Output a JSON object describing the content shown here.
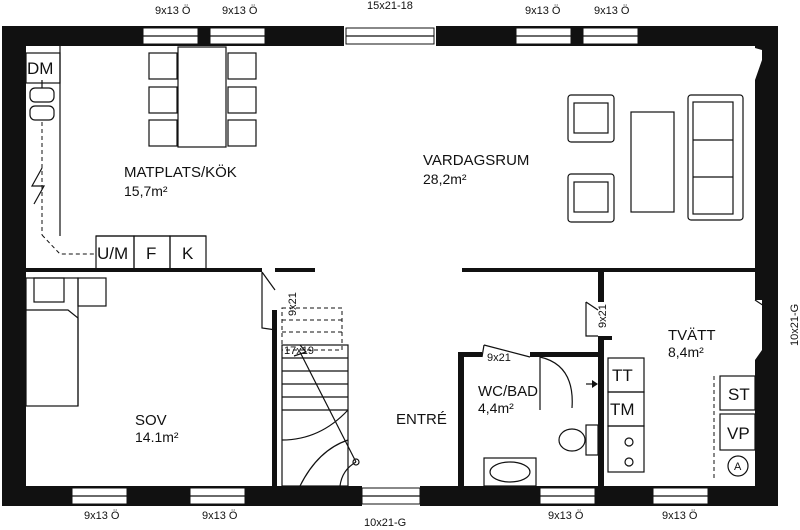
{
  "rooms": {
    "kitchen": {
      "name": "MATPLATS/KÖK",
      "area": "15,7m²"
    },
    "living": {
      "name": "VARDAGSRUM",
      "area": "28,2m²"
    },
    "bedroom": {
      "name": "SOV",
      "area": "14.1m²"
    },
    "entry": {
      "name": "ENTRÉ"
    },
    "bath": {
      "name": "WC/BAD",
      "area": "4,4m²"
    },
    "laundry": {
      "name": "TVÄTT",
      "area": "8,4m²"
    }
  },
  "fixtures": {
    "dm": "DM",
    "um": "U/M",
    "f": "F",
    "k": "K",
    "tt": "TT",
    "tm": "TM",
    "st": "ST",
    "vp": "VP",
    "a": "A"
  },
  "dimensions": {
    "window_small": "9x13 Ö",
    "window_top_center": "15x21-18",
    "door_bottom_center": "10x21-G",
    "door_right": "10x21-G",
    "door_9x21": "9x21",
    "stair": "17x19"
  }
}
